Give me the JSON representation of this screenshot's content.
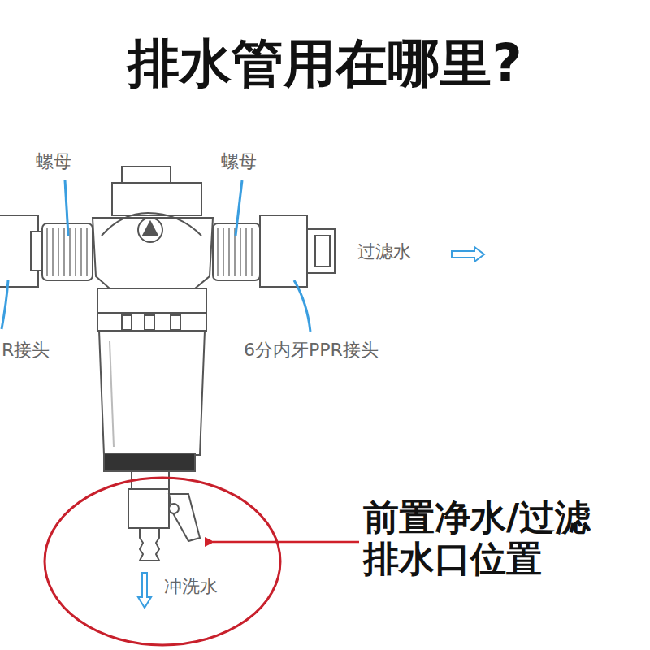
{
  "diagram": {
    "title": "排水管用在哪里?",
    "nodes": [
      {
        "text": [
          "冲洗水"
        ]
      }
    ],
    "labels": [
      "螺母",
      "螺母",
      "过滤水",
      "R接头",
      "6分内牙PPR接头",
      "前置净水/过滤 排水口位置"
    ]
  }
}
